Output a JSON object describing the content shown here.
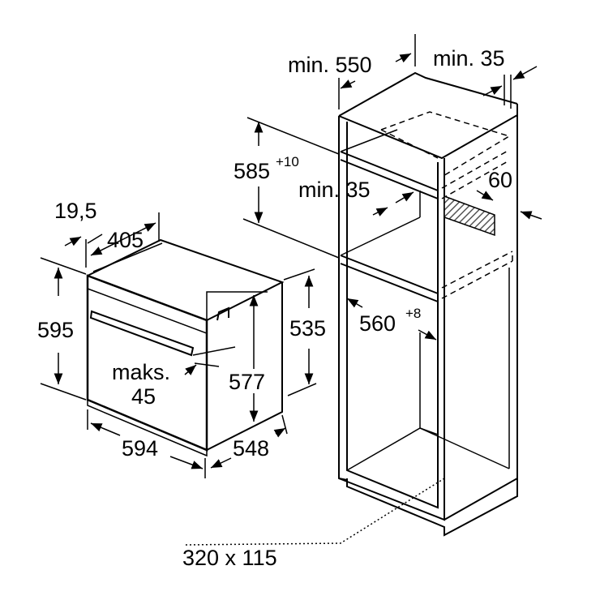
{
  "labels": {
    "min_550": "min. 550",
    "min_35_top": "min. 35",
    "d585": "585",
    "d585_sup": "+10",
    "min_35_mid": "min. 35",
    "d60": "60",
    "d19_5": "19,5",
    "d405": "405",
    "d595": "595",
    "d535": "535",
    "d560": "560",
    "d560_sup": "+8",
    "maks": "maks.",
    "d45": "45",
    "d577": "577",
    "d594": "594",
    "d548": "548",
    "d320x115": "320 x 115"
  },
  "colors": {
    "line": "#000000",
    "hatch": "#666666",
    "background": "#ffffff"
  }
}
